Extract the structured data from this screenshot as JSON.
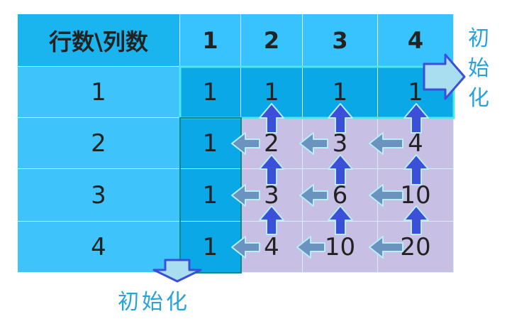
{
  "table": {
    "corner": "行数\\列数",
    "col_headers": [
      "1",
      "2",
      "3",
      "4"
    ],
    "row_headers": [
      "1",
      "2",
      "3",
      "4"
    ],
    "cells": [
      [
        "1",
        "1",
        "1",
        "1"
      ],
      [
        "1",
        "2",
        "3",
        "4"
      ],
      [
        "1",
        "3",
        "6",
        "10"
      ],
      [
        "1",
        "4",
        "10",
        "20"
      ]
    ]
  },
  "labels": {
    "right_chars": [
      "初",
      "始",
      "化"
    ],
    "bottom": "初始化"
  },
  "colors": {
    "init_fill": "#0aa8e6",
    "body_fill": "#c8c0e4",
    "arrow_up": "#3b4fd8",
    "arrow_left": "#6a94bf",
    "init_arrow": "#a8def0",
    "label": "#28a3d8"
  }
}
